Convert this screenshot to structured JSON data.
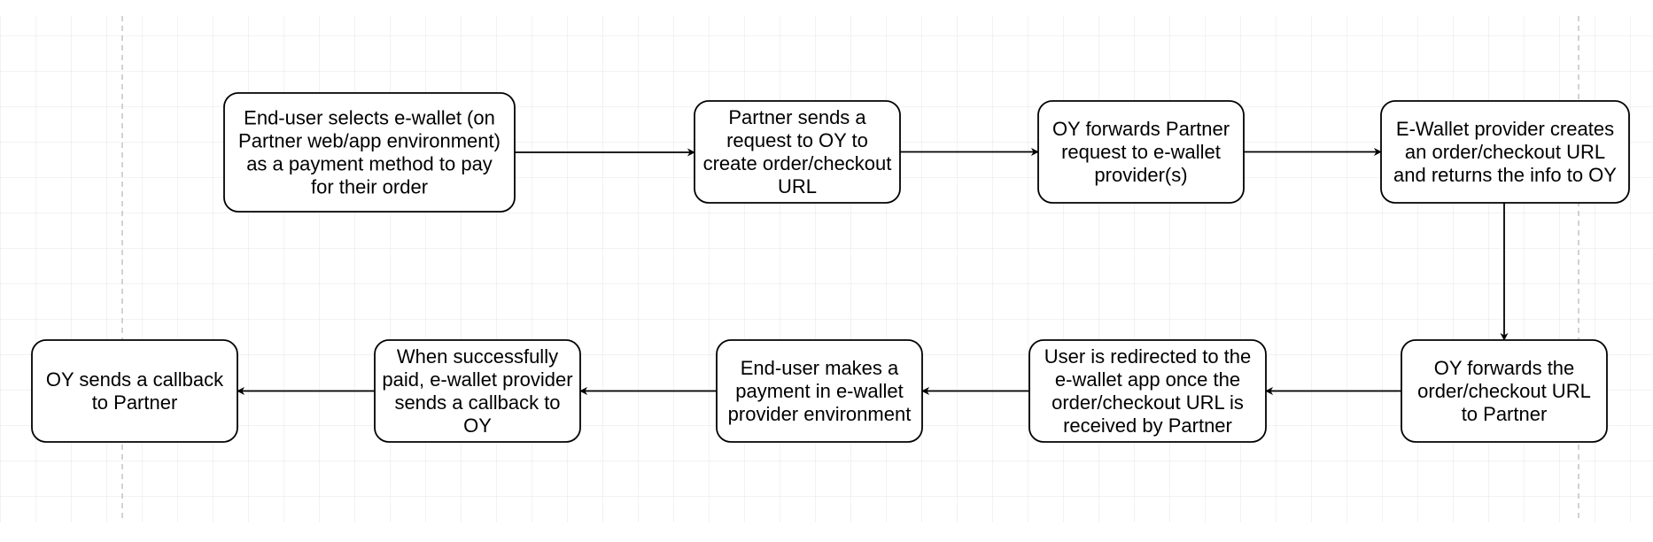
{
  "diagram": {
    "type": "flowchart",
    "colors": {
      "node_border": "#000000",
      "node_fill": "#ffffff",
      "arrow": "#000000",
      "grid_line": "#e6e6e6",
      "page_guide": "#b3b3b3"
    },
    "nodes": [
      {
        "id": "n1",
        "lines": [
          "End-user selects e-wallet (on",
          "Partner web/app environment)",
          "as a payment method to pay",
          "for their order"
        ]
      },
      {
        "id": "n2",
        "lines": [
          "Partner sends a",
          "request to OY to",
          "create order/checkout",
          "URL"
        ]
      },
      {
        "id": "n3",
        "lines": [
          "OY forwards Partner",
          "request to e-wallet",
          "provider(s)"
        ]
      },
      {
        "id": "n4",
        "lines": [
          "E-Wallet provider creates",
          "an order/checkout URL",
          "and returns the info to OY"
        ]
      },
      {
        "id": "n5",
        "lines": [
          "OY forwards the",
          "order/checkout URL",
          "to Partner"
        ]
      },
      {
        "id": "n6",
        "lines": [
          "User is redirected to the",
          "e-wallet app once the",
          "order/checkout URL is",
          "received by Partner"
        ]
      },
      {
        "id": "n7",
        "lines": [
          "End-user makes a",
          "payment in e-wallet",
          "provider environment"
        ]
      },
      {
        "id": "n8",
        "lines": [
          "When successfully",
          "paid, e-wallet provider",
          "sends a callback to",
          "OY"
        ]
      },
      {
        "id": "n9",
        "lines": [
          "OY sends a callback",
          "to Partner"
        ]
      }
    ],
    "edges": [
      {
        "from": "n1",
        "to": "n2"
      },
      {
        "from": "n2",
        "to": "n3"
      },
      {
        "from": "n3",
        "to": "n4"
      },
      {
        "from": "n4",
        "to": "n5"
      },
      {
        "from": "n5",
        "to": "n6"
      },
      {
        "from": "n6",
        "to": "n7"
      },
      {
        "from": "n7",
        "to": "n8"
      },
      {
        "from": "n8",
        "to": "n9"
      }
    ]
  }
}
